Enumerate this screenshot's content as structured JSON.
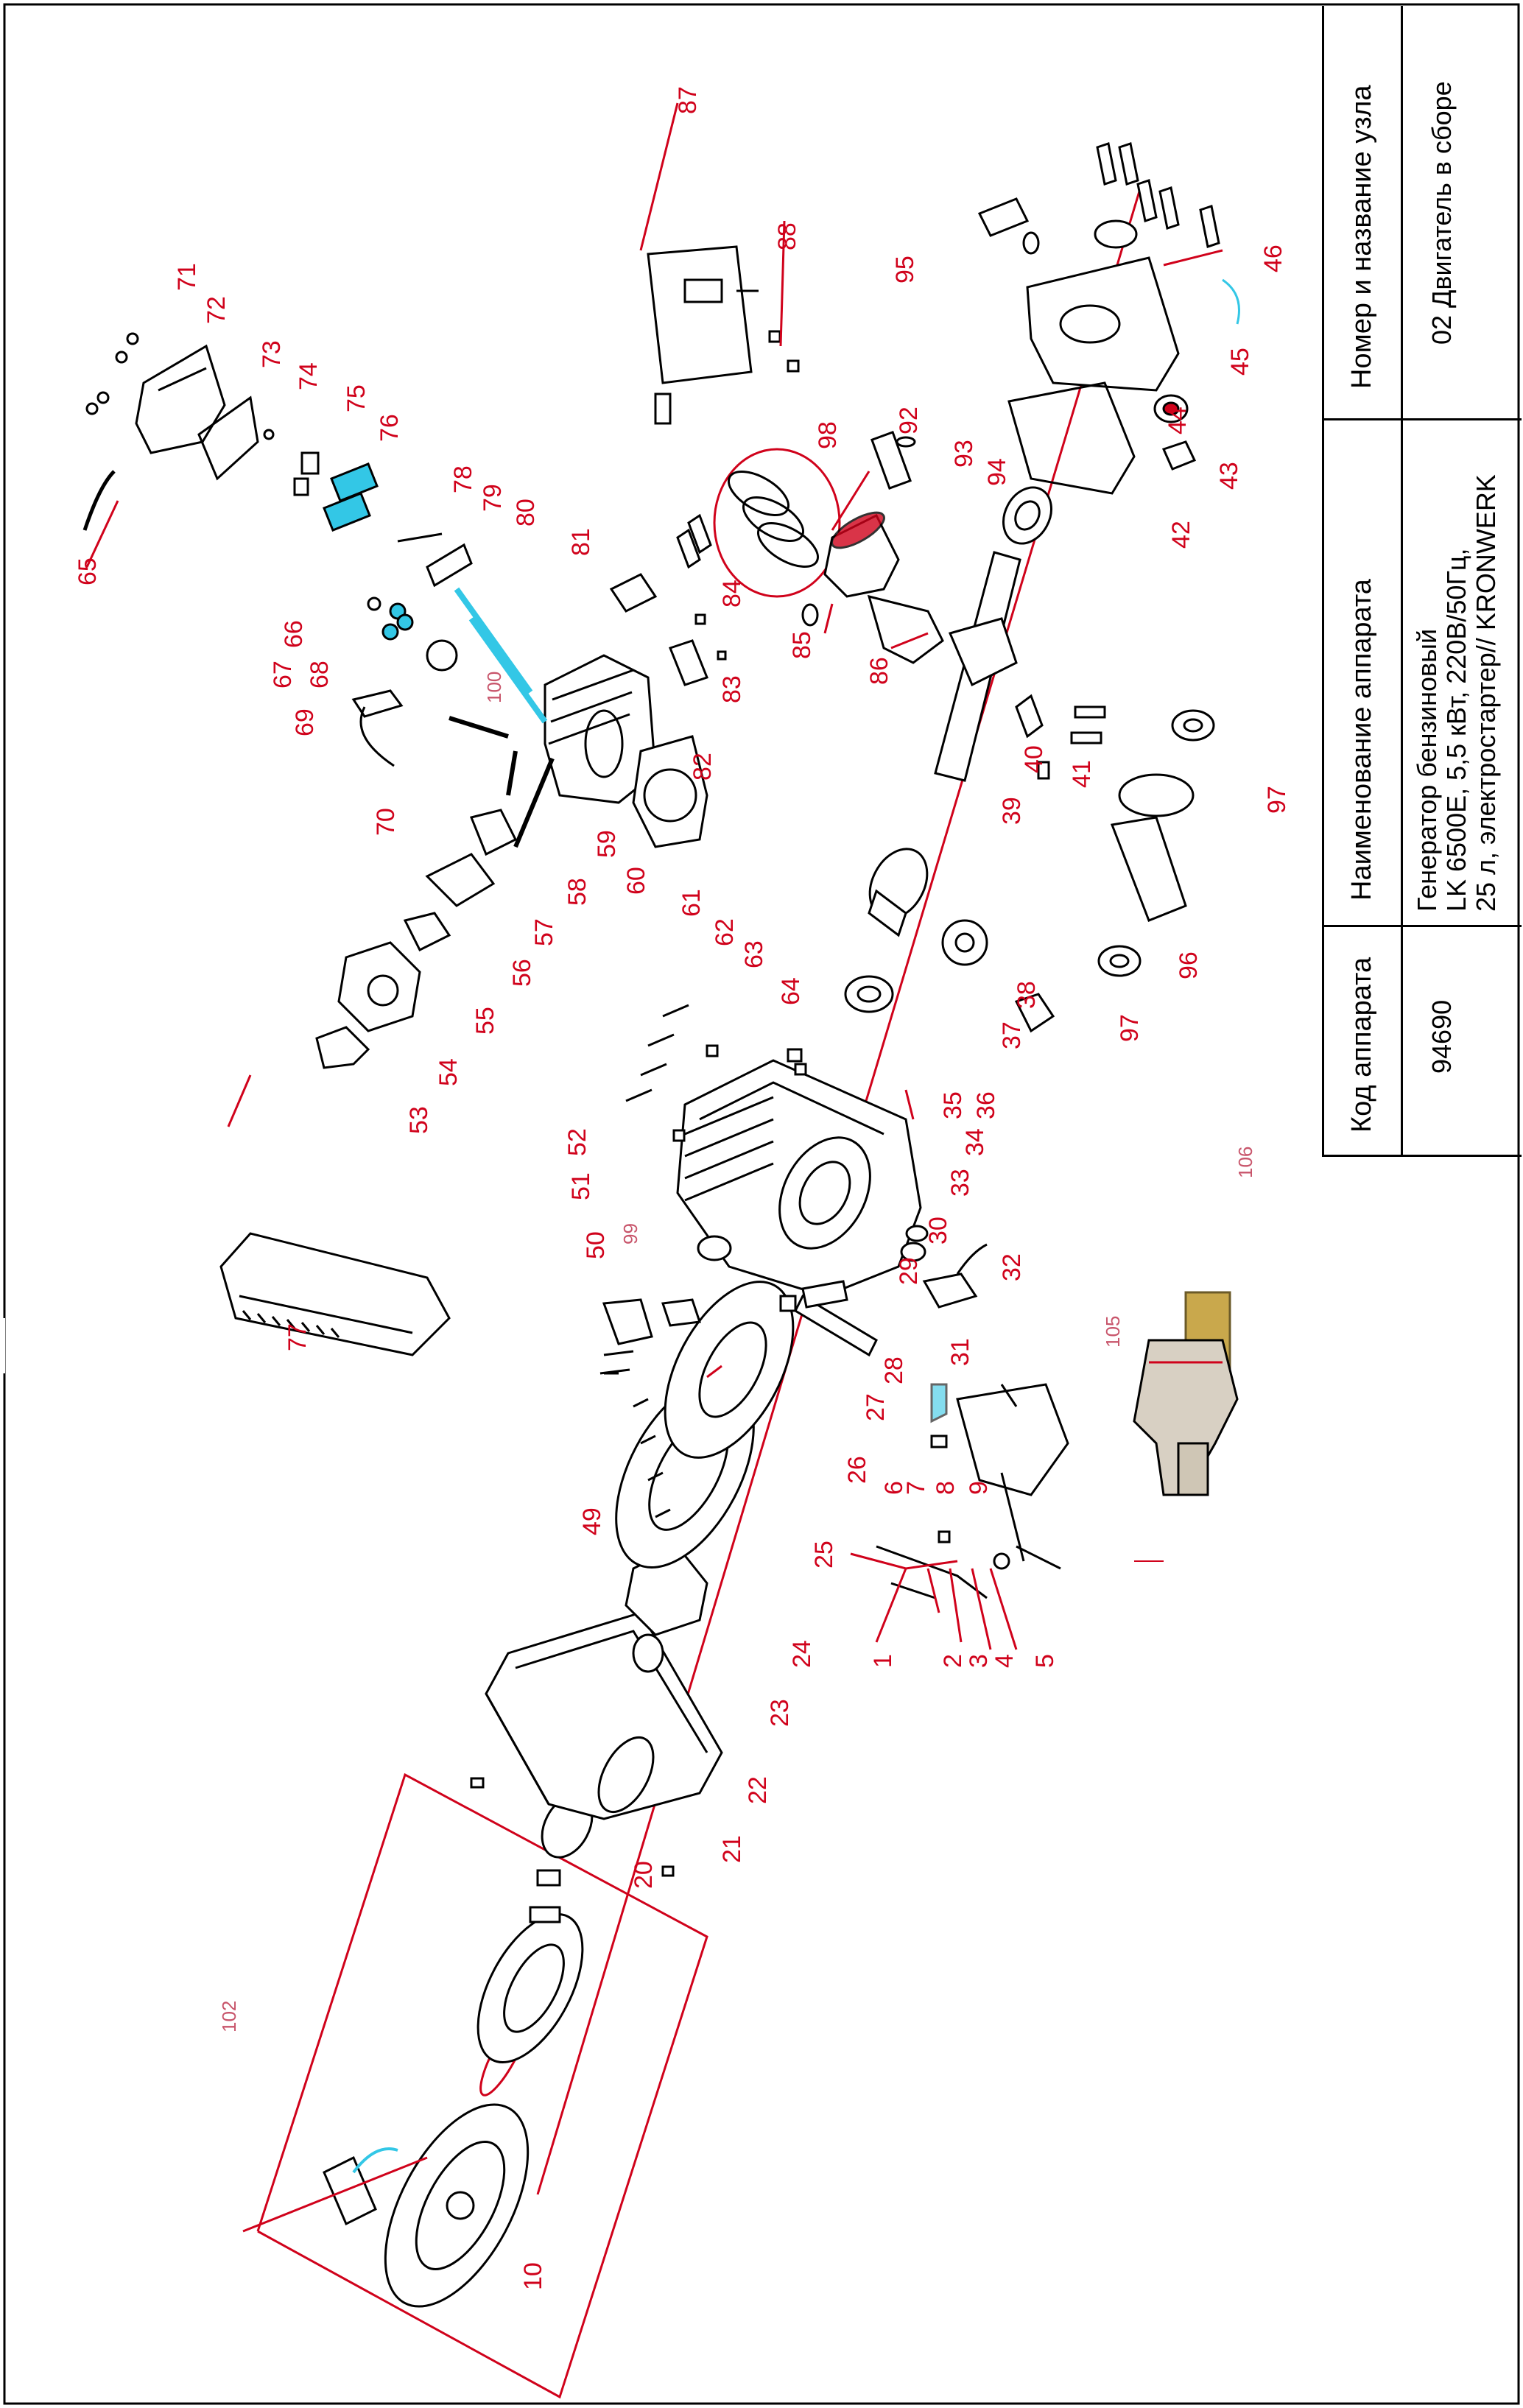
{
  "title_block": {
    "headers": {
      "code": "Код аппарата",
      "device_name": "Наименование аппарата",
      "assembly": "Номер и название узла"
    },
    "values": {
      "code": "94690",
      "device_name_lines": [
        "Генератор бензиновый",
        "LK 6500E, 5,5 кВт, 220В/50Гц,",
        "25 л, электростартер// KRONWERK"
      ],
      "assembly": "02 Двигатель в сборе"
    }
  },
  "colors": {
    "line": "#000000",
    "callout": "#d0021b",
    "callout_alt": "#c8556b",
    "highlight": "#33c7e6"
  },
  "parts": [
    "1",
    "2",
    "3",
    "4",
    "5",
    "6",
    "7",
    "8",
    "9",
    "10",
    "20",
    "21",
    "22",
    "23",
    "24",
    "25",
    "26",
    "27",
    "28",
    "29",
    "30",
    "31",
    "32",
    "33",
    "34",
    "35",
    "36",
    "37",
    "38",
    "39",
    "40",
    "41",
    "42",
    "43",
    "44",
    "45",
    "46",
    "49",
    "50",
    "51",
    "52",
    "53",
    "54",
    "55",
    "56",
    "57",
    "58",
    "59",
    "60",
    "61",
    "62",
    "63",
    "64",
    "65",
    "66",
    "67",
    "68",
    "69",
    "70",
    "71",
    "72",
    "73",
    "74",
    "75",
    "76",
    "77",
    "78",
    "79",
    "80",
    "81",
    "82",
    "83",
    "84",
    "85",
    "86",
    "87",
    "88",
    "92",
    "93",
    "94",
    "95",
    "96",
    "97",
    "97",
    "98",
    "99",
    "100",
    "102",
    "105",
    "106"
  ]
}
